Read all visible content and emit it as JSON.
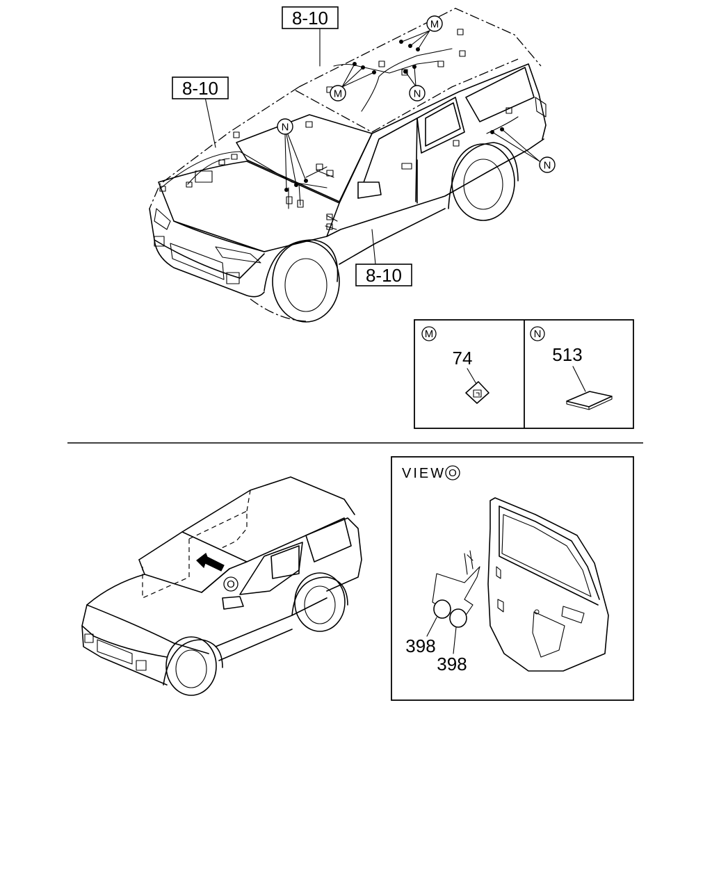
{
  "refs": {
    "roof_ref": "8-10",
    "hood_ref": "8-10",
    "side_ref": "8-10"
  },
  "callouts": {
    "M": "M",
    "N": "N",
    "O": "O"
  },
  "legend": {
    "m_symbol": "M",
    "m_part": "74",
    "n_symbol": "N",
    "n_part": "513"
  },
  "view_panel": {
    "title": "VIEW",
    "symbol": "O",
    "part_a": "398",
    "part_b": "398"
  },
  "colors": {
    "line": "#000000",
    "background": "#ffffff"
  }
}
